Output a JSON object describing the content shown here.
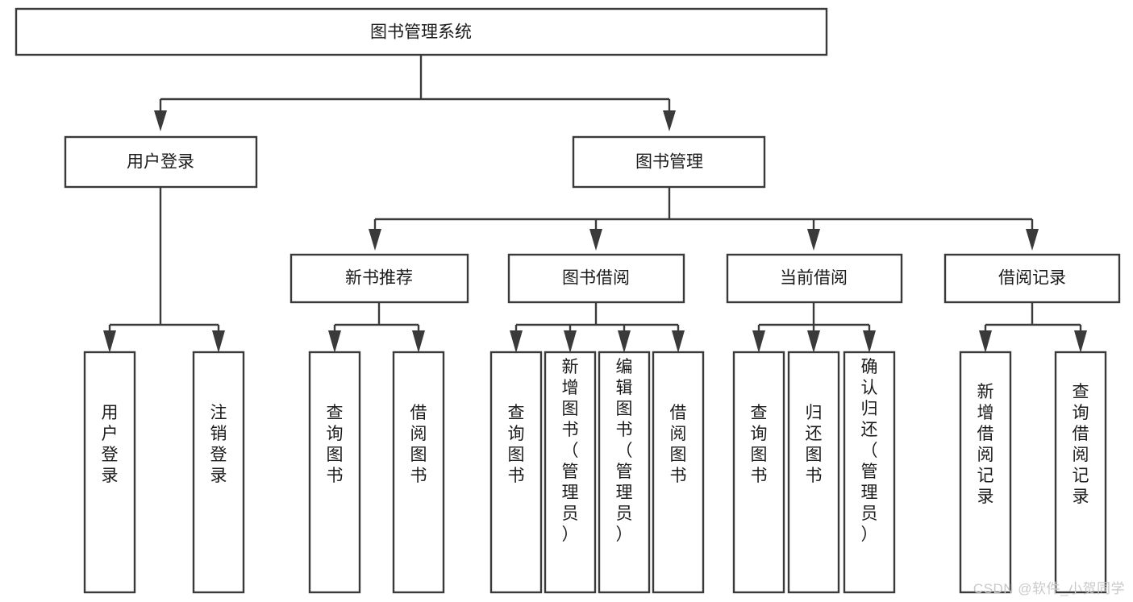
{
  "diagram": {
    "title": "图书管理系统",
    "type": "hierarchy-tree",
    "orientation": "top-down",
    "levels": 4,
    "root": {
      "id": "root",
      "label": "图书管理系统",
      "text_orientation": "horizontal"
    },
    "level2": [
      {
        "id": "user-login",
        "label": "用户登录",
        "text_orientation": "horizontal"
      },
      {
        "id": "book-management",
        "label": "图书管理",
        "text_orientation": "horizontal"
      }
    ],
    "level3": [
      {
        "id": "new-book-recommend",
        "label": "新书推荐",
        "parent": "book-management",
        "text_orientation": "horizontal"
      },
      {
        "id": "book-borrow",
        "label": "图书借阅",
        "parent": "book-management",
        "text_orientation": "horizontal"
      },
      {
        "id": "current-borrow",
        "label": "当前借阅",
        "parent": "book-management",
        "text_orientation": "horizontal"
      },
      {
        "id": "borrow-record",
        "label": "借阅记录",
        "parent": "book-management",
        "text_orientation": "horizontal"
      }
    ],
    "leaves": [
      {
        "id": "leaf-user-login",
        "label": "用户登录",
        "parent": "user-login",
        "text_orientation": "vertical"
      },
      {
        "id": "leaf-logout",
        "label": "注销登录",
        "parent": "user-login",
        "text_orientation": "vertical"
      },
      {
        "id": "leaf-query-book-1",
        "label": "查询图书",
        "parent": "new-book-recommend",
        "text_orientation": "vertical"
      },
      {
        "id": "leaf-borrow-book-1",
        "label": "借阅图书",
        "parent": "new-book-recommend",
        "text_orientation": "vertical"
      },
      {
        "id": "leaf-query-book-2",
        "label": "查询图书",
        "parent": "book-borrow",
        "text_orientation": "vertical"
      },
      {
        "id": "leaf-add-book",
        "label": "新增图书（管理员）",
        "parent": "book-borrow",
        "text_orientation": "vertical"
      },
      {
        "id": "leaf-edit-book",
        "label": "编辑图书（管理员）",
        "parent": "book-borrow",
        "text_orientation": "vertical"
      },
      {
        "id": "leaf-borrow-book-2",
        "label": "借阅图书",
        "parent": "book-borrow",
        "text_orientation": "vertical"
      },
      {
        "id": "leaf-query-book-3",
        "label": "查询图书",
        "parent": "current-borrow",
        "text_orientation": "vertical"
      },
      {
        "id": "leaf-return-book",
        "label": "归还图书",
        "parent": "current-borrow",
        "text_orientation": "vertical"
      },
      {
        "id": "leaf-confirm-return",
        "label": "确认归还（管理员）",
        "parent": "current-borrow",
        "text_orientation": "vertical"
      },
      {
        "id": "leaf-add-record",
        "label": "新增借阅记录",
        "parent": "borrow-record",
        "text_orientation": "vertical"
      },
      {
        "id": "leaf-query-record",
        "label": "查询借阅记录",
        "parent": "borrow-record",
        "text_orientation": "vertical"
      }
    ]
  },
  "watermark": {
    "text": "CSDN @软件_小贺同学"
  },
  "colors": {
    "background": "#ffffff",
    "box_fill": "#ffffff",
    "box_stroke": "#3a3a3a",
    "connector": "#3a3a3a",
    "text": "#1b1b1b",
    "watermark": "#c9c9c9"
  }
}
